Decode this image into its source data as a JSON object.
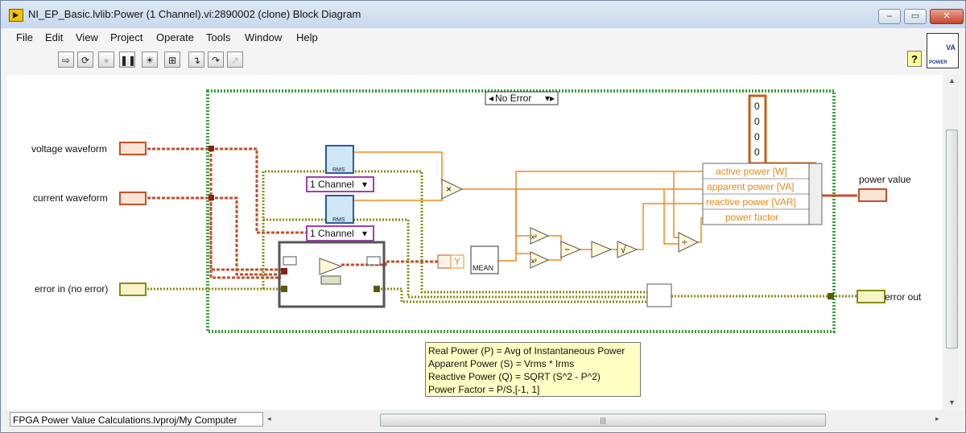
{
  "window": {
    "title": "NI_EP_Basic.lvlib:Power (1 Channel).vi:2890002 (clone) Block Diagram",
    "minimize": "‒",
    "restore": "▭",
    "close": "✕"
  },
  "menu": [
    "File",
    "Edit",
    "View",
    "Project",
    "Operate",
    "Tools",
    "Window",
    "Help"
  ],
  "toolbar": {
    "buttons": [
      "run-arrow-icon",
      "run-continuous-icon",
      "abort-icon",
      "pause-icon",
      "highlight-execution-icon",
      "retain-wire-values-icon",
      "step-into-icon",
      "step-over-icon",
      "step-out-icon"
    ],
    "help": "?"
  },
  "vi_icon": {
    "line1": "VA",
    "line2": "POWER"
  },
  "diagram": {
    "case_selector": "No Error",
    "inputs": [
      "voltage waveform",
      "current waveform",
      "error in (no error)"
    ],
    "outputs": [
      "power value",
      "error out"
    ],
    "rms_label": "RMS",
    "channel_select_1": "1 Channel",
    "channel_select_2": "1 Channel",
    "mean_label": "MEAN",
    "y_label": "Y",
    "bundle_items": [
      "active power [W]",
      "apparent power [VA]",
      "reactive power [VAR]",
      "power factor"
    ],
    "array_constants": [
      "0",
      "0",
      "0",
      "0"
    ],
    "multiply": "×",
    "square": "x²",
    "subtract": "−",
    "sqrt": "√",
    "divide": "÷"
  },
  "note": {
    "lines": [
      "Real Power (P) = Avg of Instantaneous Power",
      "Apparent Power (S) = Vrms * Irms",
      "Reactive Power (Q) = SQRT (S^2 - P^2)",
      "Power Factor = P/S,[-1, 1]"
    ]
  },
  "status": {
    "project_path": "FPGA Power Value Calculations.lvproj/My Computer"
  },
  "colors": {
    "waveform_wire": "#c2502a",
    "error_wire": "#8a8a12",
    "numeric_wire": "#f08a1c",
    "case_border": "#3aa13a"
  }
}
